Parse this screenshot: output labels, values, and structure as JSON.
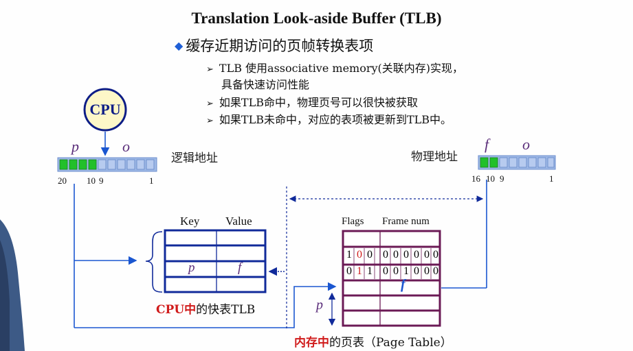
{
  "title": "Translation Look-aside Buffer (TLB)",
  "heading": "缓存近期访问的页帧转换表项",
  "bullets": [
    "TLB 使用associative memory(关联内存)实现，",
    "具备快速访问性能",
    "如果TLB命中，物理页号可以很快被获取",
    "如果TLB未命中，对应的表项被更新到TLB中。"
  ],
  "cpu_label": "CPU",
  "logical": {
    "label": "逻辑地址",
    "p": "p",
    "o": "o",
    "bit_labels": [
      "20",
      "10",
      "9",
      "1"
    ]
  },
  "physical": {
    "label": "物理地址",
    "f": "f",
    "o": "o",
    "bit_labels": [
      "16",
      "10",
      "9",
      "1"
    ]
  },
  "tlb": {
    "col_key": "Key",
    "col_value": "Value",
    "row_key": "p",
    "row_value": "f",
    "caption_red": "CPU中",
    "caption_rest": "的快表TLB"
  },
  "page_table": {
    "col_flags": "Flags",
    "col_frame": "Frame num",
    "row1_bits": [
      "1",
      "0",
      "0",
      "0",
      "0",
      "0",
      "0",
      "0",
      "0"
    ],
    "row2_bits": [
      "0",
      "1",
      "1",
      "0",
      "0",
      "1",
      "0",
      "0",
      "0"
    ],
    "frame_label": "f",
    "index_label": "p",
    "caption_red": "内存中",
    "caption_rest": "的页表（Page Table）"
  },
  "colors": {
    "green": "#22c02a",
    "light_blue": "#9fb9e6",
    "blue": "#1a56d0",
    "navy": "#102a9a",
    "purple": "#6b1a55",
    "red": "#d01b1b",
    "cpu_fill": "#fdf7c8"
  }
}
